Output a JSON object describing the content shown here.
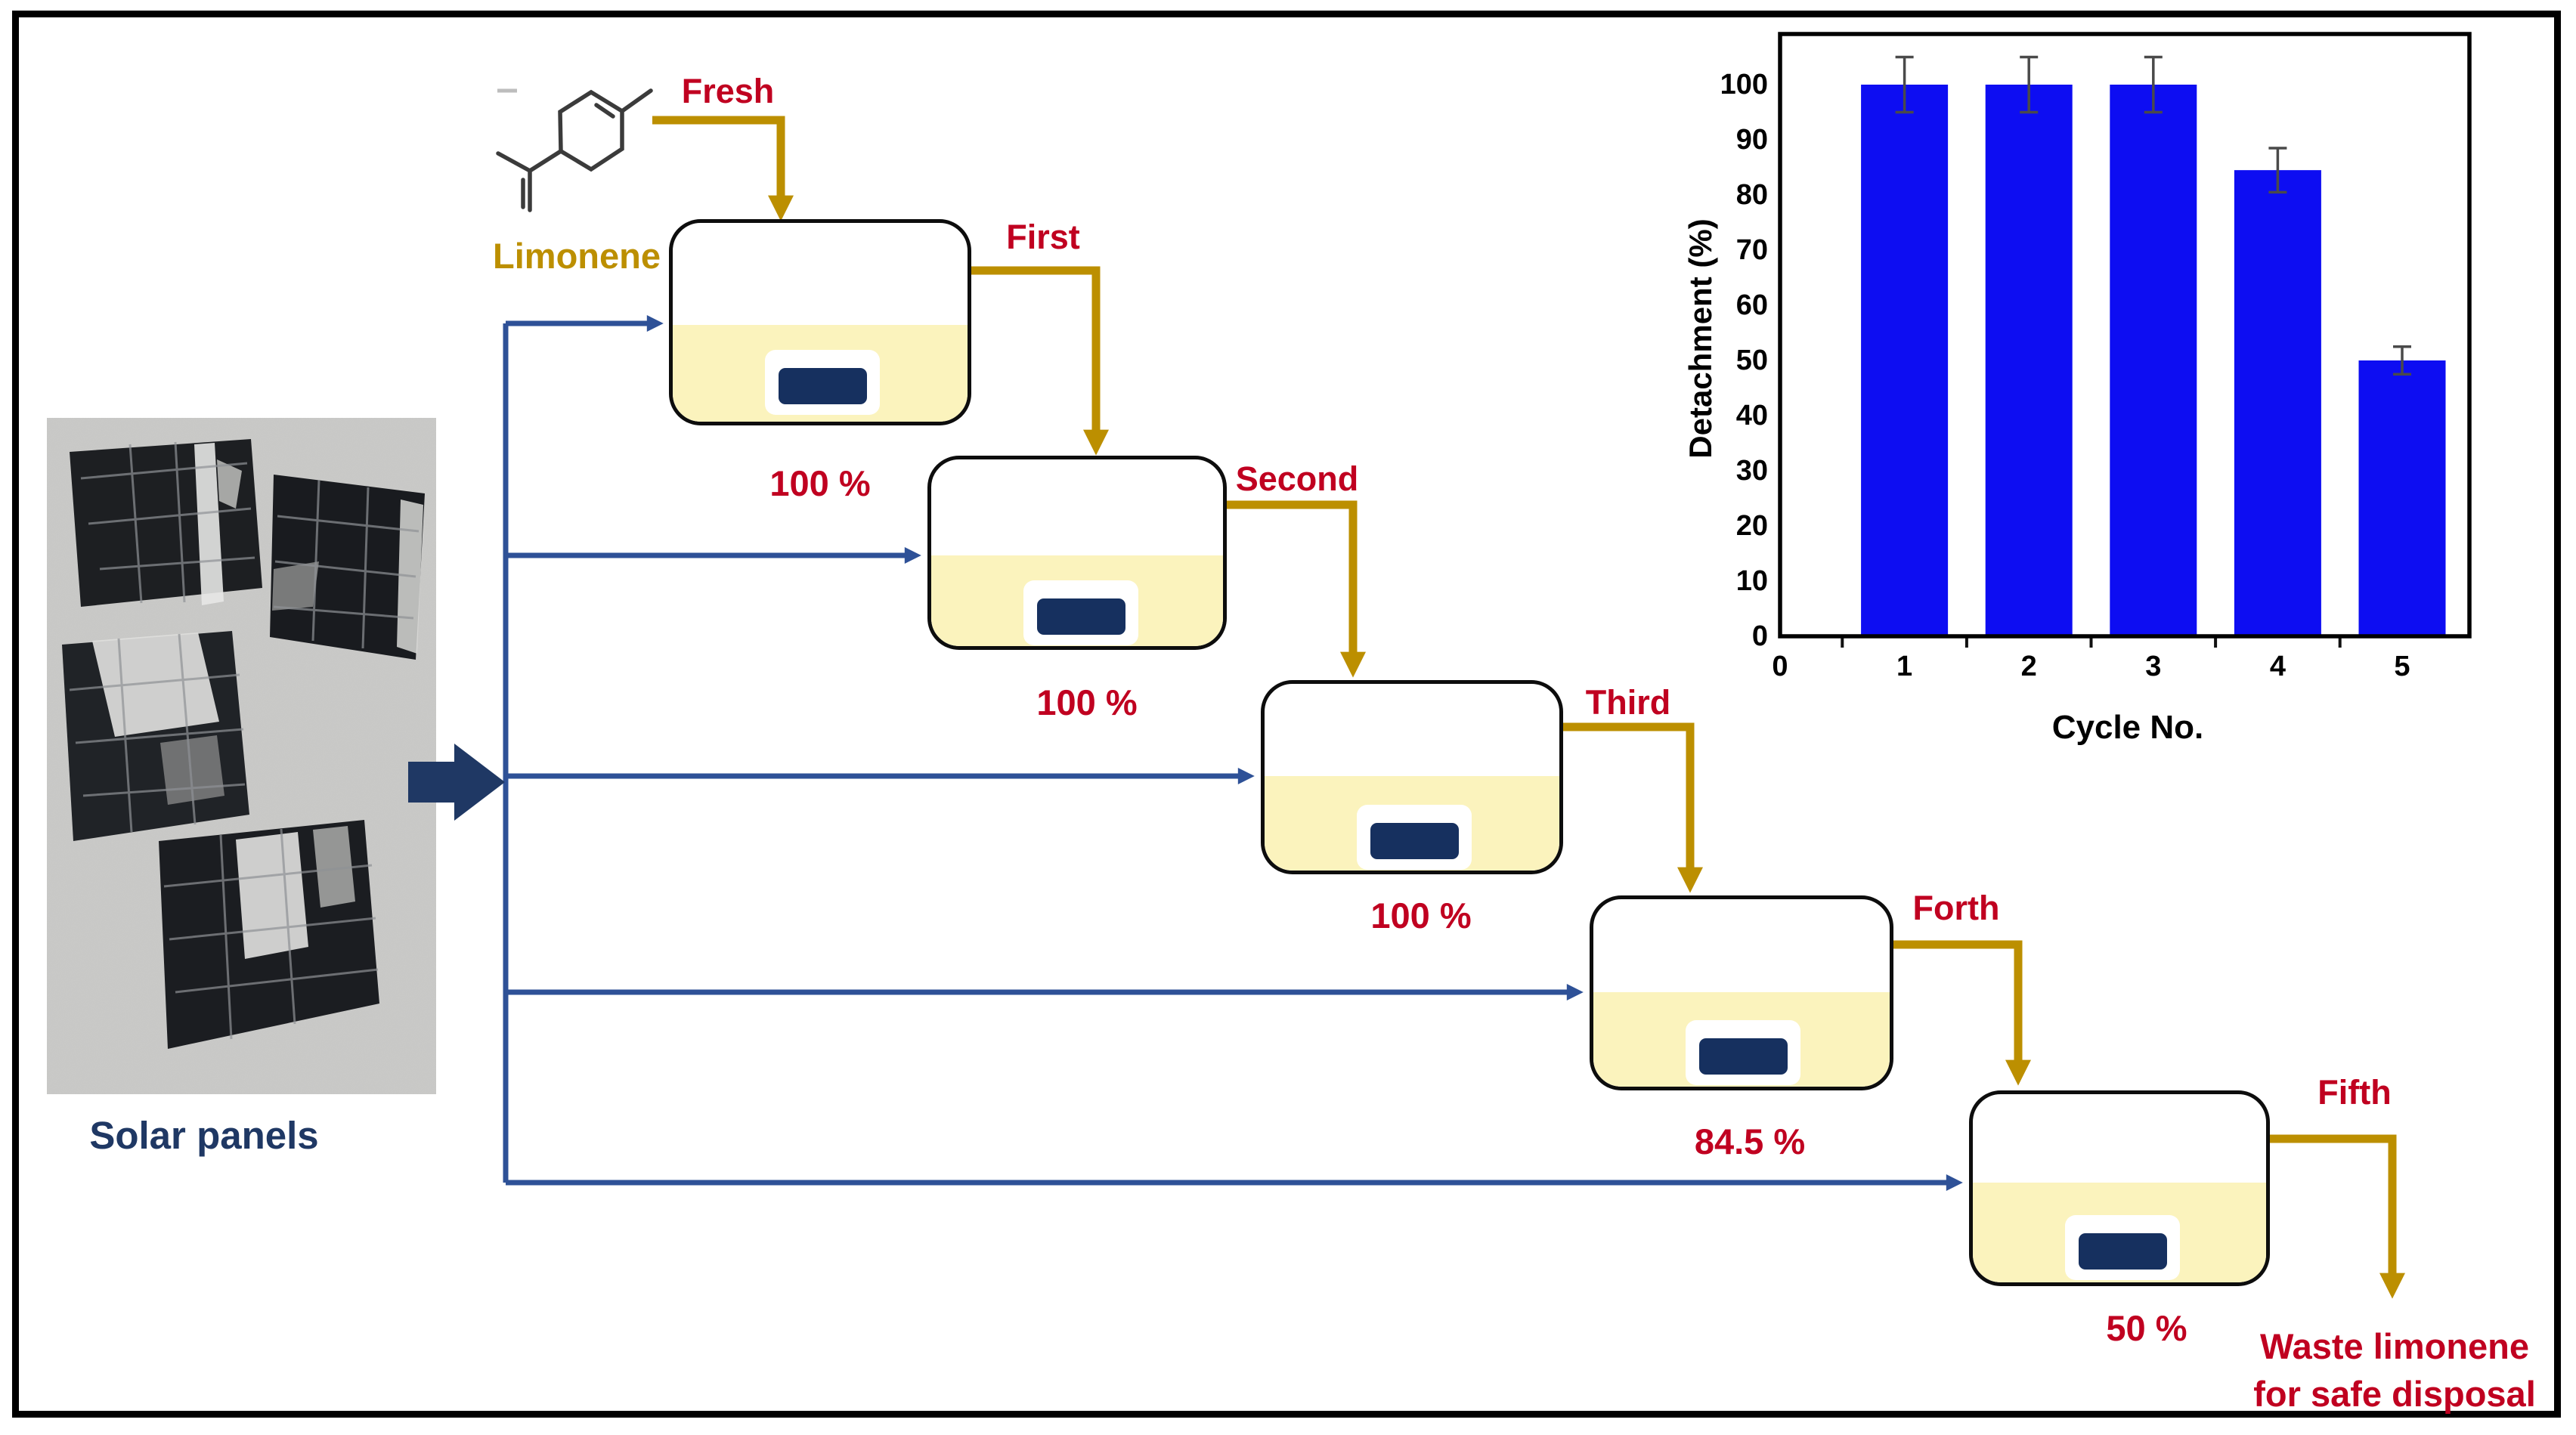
{
  "figure": {
    "photo_caption": "Solar panels",
    "reagent_label": "Limonene",
    "input_arrow_label": "Fresh",
    "stages": [
      {
        "transfer_label": "First",
        "percent": "100 %"
      },
      {
        "transfer_label": "Second",
        "percent": "100 %"
      },
      {
        "transfer_label": "Third",
        "percent": "100 %"
      },
      {
        "transfer_label": "Forth",
        "percent": "84.5 %"
      },
      {
        "transfer_label": "Fifth",
        "percent": "50 %"
      }
    ],
    "waste_note_line1": "Waste limonene",
    "waste_note_line2": "for safe disposal",
    "colors": {
      "gold_arrow": "#BC8F00",
      "red_text": "#C00020",
      "navy": "#1F3864",
      "blue_arrow": "#2E5197",
      "liquid": "#FBF3BD",
      "panel_chip": "#16305F"
    }
  },
  "chart_data": {
    "type": "bar",
    "categories": [
      1,
      2,
      3,
      4,
      5
    ],
    "values": [
      100,
      100,
      100,
      84.5,
      50
    ],
    "errors": [
      5,
      5,
      5,
      4,
      2.5
    ],
    "xlabel": "Cycle No.",
    "ylabel": "Detachment (%)",
    "xticks": [
      0,
      1,
      2,
      3,
      4,
      5
    ],
    "yticks": [
      0,
      10,
      20,
      30,
      40,
      50,
      60,
      70,
      80,
      90,
      100
    ],
    "ylim": [
      0,
      109
    ],
    "bar_color": "#0D0DF2",
    "grid": false,
    "legend": "none"
  }
}
